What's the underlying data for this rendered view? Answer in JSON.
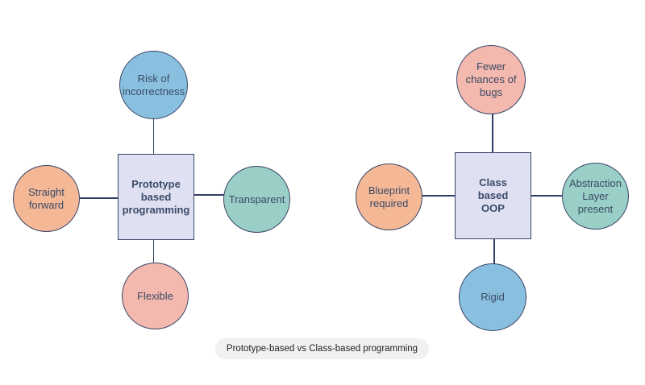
{
  "caption": "Prototype-based vs Class-based programming",
  "colors": {
    "blue": "#89c0df",
    "salmon": "#f3b8ae",
    "orange": "#f4b896",
    "teal": "#99cfc6",
    "box_fill": "#dfe1f3",
    "edge": "#2f3e66"
  },
  "groups": [
    {
      "center_label": "Prototype\nbased\nprogramming",
      "nodes": {
        "top": {
          "label": "Risk of\nincorrectness",
          "color": "blue"
        },
        "left": {
          "label": "Straight\nforward",
          "color": "orange"
        },
        "right": {
          "label": "Transparent",
          "color": "teal"
        },
        "bottom": {
          "label": "Flexible",
          "color": "salmon"
        }
      }
    },
    {
      "center_label": "Class\nbased\nOOP",
      "nodes": {
        "top": {
          "label": "Fewer\nchances of\nbugs",
          "color": "salmon"
        },
        "left": {
          "label": "Blueprint\nrequired",
          "color": "orange"
        },
        "right": {
          "label": "Abstraction\nLayer\npresent",
          "color": "teal"
        },
        "bottom": {
          "label": "Rigid",
          "color": "blue"
        }
      }
    }
  ]
}
